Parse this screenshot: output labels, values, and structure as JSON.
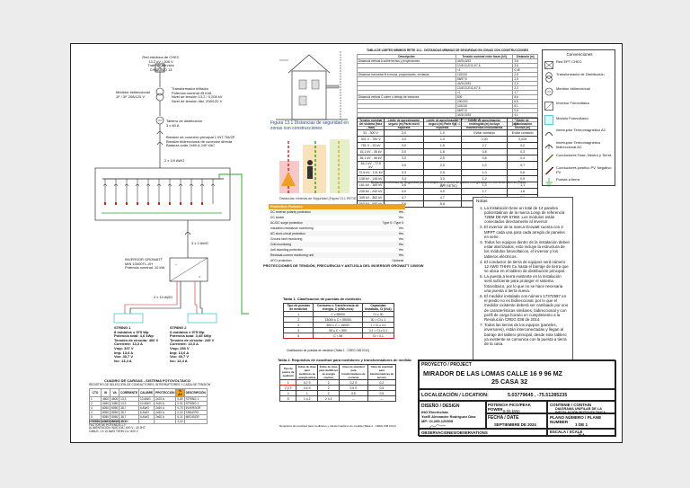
{
  "drawing": {
    "title": "Diagrama unifilar de instalación fotovoltaica"
  },
  "single_line": {
    "grid_label": [
      "Red eléctrica de CHEC",
      "13,2 kV / 208 V",
      "Trafo de servicio",
      "CIRCUITO 13"
    ],
    "meter_label": [
      "Medidor bidireccional",
      "1F / 3F 208/120 V"
    ],
    "transformer_label": [
      "Transformador trifásico",
      "Potencia nominal       45 kVA",
      "Nivel de tensión 13,2 / 0,208 kV",
      "Nivel de tensión dist. 208/120 V"
    ],
    "panel_label": [
      "Tablero de distribución",
      "3 x 60 A"
    ],
    "breaker_label": [
      "Breaker de conexión principal 1 INT-TM/2P",
      "Breaker bidireccional de conexión directa",
      "Balanza solar 2x60 A 240 VAC"
    ],
    "inverter_label": [
      "INVERSOR GROWATT",
      "MIN 10000TL-XH",
      "Potencia nominal: 10 kW"
    ],
    "string_label_a": [
      "STRING 1",
      "8 módulos x 575 Wp",
      "Potencia total: 4,6 kWp",
      "Tensión de circuito: 400 V",
      "Corriente: 13,3 A",
      "Vmp: 337 V",
      "Imp: 13,6 A",
      "Voc: 40,7 V",
      "Isc: 13,4 A"
    ],
    "string_label_b": [
      "STRING 2",
      "6 módulos x 575 Wp",
      "Potencia total: 3,45 kWp",
      "Tensión de circuito: 245 V",
      "Corriente: 13,3 A",
      "Vmp: 253 V",
      "Imp: 13,6 A",
      "Voc: 40,7 V",
      "Isc: 13,4 A"
    ],
    "cable_labels": [
      "2 x 1/0 AWG",
      "3 x 2 AWG",
      "2 x 10 AWG"
    ]
  },
  "safety_figure": {
    "caption": "Figura 13.1 Distancias de seguridad en zonas con construcciones",
    "sub_caption": "Distancias mínimas de Seguridad (Figura 13.1 RETIE)"
  },
  "distance_table": {
    "title": "TABLA DE LÍMITES MÍNIMOS RETIE 13.1 - DISTANCIAS MÍNIMAS DE SEGURIDAD EN ZONAS CON CONSTRUCCIONES",
    "headers": [
      "Descripción",
      "Tensión nominal entre fases (kV)",
      "Distancia (m)"
    ],
    "rows": [
      [
        "Distancia vertical A sobre techos y proyecciones",
        "44/34,5/33",
        "3,8"
      ],
      [
        "",
        "13,8/13,2/11,4/7,6",
        "3,8"
      ],
      [
        "",
        "<1",
        "0,45"
      ],
      [
        "Distancia horizontal B a muros, proyecciones, ventanas",
        "115/110",
        "2,8"
      ],
      [
        "",
        "66/57,5",
        "2,5"
      ],
      [
        "",
        "44/34,5/33",
        "2,3"
      ],
      [
        "",
        "13,8/13,2/11,4/7,6",
        "2,3"
      ],
      [
        "",
        "<1",
        "1,7"
      ],
      [
        "Distancia vertical C sobre o debajo de balcones",
        "500",
        "8,6"
      ],
      [
        "",
        "230/220",
        "6,8"
      ],
      [
        "",
        "115/110",
        "6,1"
      ],
      [
        "",
        "66/57,5",
        "5,8"
      ],
      [
        "",
        "44/34,5/33",
        "4,1"
      ],
      [
        "",
        "13,8/13,2/11,4/7,6",
        "4,1"
      ],
      [
        "",
        "<1",
        "3,5"
      ]
    ]
  },
  "approach_table": {
    "headers": [
      "Tensión nominal del sistema (fase - fase)",
      "Límite de aproximación seguro (m) Parte móvil expuesta",
      "Límite de aproximación seguro (m) Parte fija expuesta",
      "Límite de aproximación restringida (m) incluye movimientos involuntarios",
      "Límite de aproximación técnica (m)"
    ],
    "rows": [
      [
        "51 - 300 V",
        "3,0",
        "1,0",
        "Evitar contacto",
        "Evitar contacto"
      ],
      [
        "301 V - 750 V",
        "3,0",
        "1,0",
        "0,30",
        "0,025"
      ],
      [
        "751 V - 15 kV",
        "3,0",
        "1,5",
        "0,7",
        "0,2"
      ],
      [
        "15,1 kV - 36 kV",
        "3,0",
        "1,8",
        "0,8",
        "0,3"
      ],
      [
        "36,1 kV - 46 kV",
        "3,0",
        "2,5",
        "0,8",
        "0,4"
      ],
      [
        "46,1 kV - 72,5 kV",
        "3,0",
        "2,5",
        "1,0",
        "0,7"
      ],
      [
        "72,6 kV - 121 kV",
        "3,3",
        "2,5",
        "1,0",
        "0,6"
      ],
      [
        "138 kV - 145 kV",
        "3,4",
        "3,0",
        "1,2",
        "0,9"
      ],
      [
        "161 kV - 169 kV",
        "3,6",
        "3,6",
        "1,3",
        "1,1"
      ],
      [
        "230 kV - 242 kV",
        "4,0",
        "4,0",
        "1,7",
        "1,6"
      ],
      [
        "345 kV - 362 kV",
        "4,7",
        "4,7",
        "2,8",
        "2,6"
      ],
      [
        "500 kV - 550 kV",
        "5,8",
        "5,8",
        "3,6",
        "3,5"
      ]
    ],
    "caption": "Distancias mínimas de Seguridad para trabajos en o cerca de partes energizadas en corriente alterna (Tabla 13.7 RETIE)"
  },
  "protections": {
    "header": "Protection Features",
    "rows": [
      [
        "DC reverse polarity protection",
        "Yes"
      ],
      [
        "DC switch",
        "Yes"
      ],
      [
        "AC/DC surge protection",
        "Type II / Type II"
      ],
      [
        "Insulation resistance monitoring",
        "Yes"
      ],
      [
        "AC short-circuit protection",
        "Yes"
      ],
      [
        "Ground fault monitoring",
        "Yes"
      ],
      [
        "Grid monitoring",
        "Yes"
      ],
      [
        "Anti-islanding protection",
        "Yes"
      ],
      [
        "Residual-current monitoring unit",
        "Yes"
      ],
      [
        "AFCI protection",
        "Optional"
      ]
    ],
    "caption": "PROTECCIONES DE TENSIÓN, FRECUENCIA Y ANTI-ISLA DEL INVERSOR GROWATT 10000W"
  },
  "notes": {
    "title": "Notas",
    "items": [
      "La instalación tiene un total de 14 paneles policristalinos de la marca Longi de referencia 72BM DE-NR 575W. Los módulos están conectados directamente al inversor",
      "El inversor de la marca Growatt cuenta con 2 MPPT cada una para cada arreglo de paneles en serie.",
      "Todos los equipos dentro de la instalación deben estar aterrizados, esto incluye la estructura de los módulos fotovoltaicos, el inversor y los tableros eléctricos.",
      "El conductor de tierra de equipos será número 12 AWG THHN Cu hasta el barraje de tierra que se ubica en el tablero de distribución principal.",
      "La puesta a tierra existente en la instalación será suficiente para proteger el sistema fotovoltaico, por lo que no se hace necesaria una puesta a tierra nueva.",
      "El medidor instalado con número 17372597 en el predio no es bidireccional, por lo que el medidor existente deberá ser cambiado por uno de características similares, bidireccional y con perfil de carga horario en cumplimiento a la Resolución CREG 038 de 2014.",
      "Todos las tierras de los equipos (paneles, inversores), están interconectadas y llegan al barraje del tablero principal, desde este tablero ya existente se comunica con la puesta a tierra de la casa."
    ]
  },
  "legend": {
    "title": "Convenciones",
    "items": [
      "Red EPT CHEC",
      "Transformador de Distribución",
      "Medidor bidireccional",
      "Inversor Fotovoltaico",
      "Módulo Fotovoltaico",
      "Interruptor Termomagnético AC",
      "Interruptor Termomagnético bidireccional AC",
      "Conductores Fase, Neutro y Tierra",
      "Conductores positivo PV, Negativo PV",
      "Puesta a tierra"
    ]
  },
  "ground_tables": {
    "t1_title": "Tabla 1. Clasificación de puestas de medición",
    "t1_headers": [
      "Tipo de puestas de medición",
      "Consumo o Transferencia de energía, C (kWh-mes)",
      "Capacidad Instalada, CI (kVA)"
    ],
    "t1_rows": [
      [
        "1",
        "C ≥ 55000",
        "CI ≥ 30"
      ],
      [
        "2",
        "15000 ≤ C < 55000",
        "30 > CI ≥ 1"
      ],
      [
        "3",
        "500 ≤ C < 15000",
        "1 > CI ≥ 0,1"
      ],
      [
        "4",
        "55 ≤ C < 500",
        "0,1 > CI ≥ 0,1"
      ],
      [
        "5",
        "C < 55",
        "CI < 0,1"
      ]
    ],
    "t1_caption": "Clasificación de puestas de medición (Tabla 1 - CREG 038 2014)",
    "t2_title": "Tabla 2. Requisitos de exactitud para medidores y transformadores de medida",
    "t2_headers": [
      "Tipo de puntos de medición",
      "Índice de clase para medidores de energía activa",
      "Índice de clase para medidores de energía reactiva",
      "Clase de exactitud para transformadores de corriente",
      "Clase de exactitud para transformadores de tensión"
    ],
    "t2_rows": [
      [
        "1",
        "0,2 S",
        "2",
        "0,2 S",
        "0,2"
      ],
      [
        "2 y 3",
        "0,5 S",
        "2",
        "0,5 S",
        "0,5"
      ],
      [
        "4",
        "1",
        "2",
        "0,5",
        "0,5"
      ],
      [
        "5",
        "1 ó 2",
        "2 ó 3",
        "---",
        "---"
      ]
    ],
    "t2_caption": "Requisitos de exactitud para medidores y transformadores de medida (Tabla 2 - CREG 038 2014)"
  },
  "conductor_table": {
    "title": "CUADRO DE CARGAS - SISTEMA FOTOVOLTAICO",
    "sub_title": "REGISTRO DE SELECCIÓN DE CONDUCTORES, INTERRUPTORES Y CAÍDA DE TENSIÓN",
    "headers": [
      "CTO",
      "W",
      "VA",
      "CORRIENTE",
      "CALIBRE",
      "PROTECCIÓN",
      "% ΔV",
      "DESCRIPCIÓN"
    ],
    "rows": [
      [
        "1",
        "4600",
        "4600",
        "13,3",
        "10 AWG",
        "2x20 A",
        "0,85",
        "STRING 1"
      ],
      [
        "2",
        "3450",
        "3450",
        "13,3",
        "10 AWG",
        "2x20 A",
        "0,91",
        "STRING 2"
      ],
      [
        "3",
        "8050",
        "8050",
        "38,7",
        "6 AWG",
        "2x50 A",
        "0,75",
        "INVERSOR"
      ],
      [
        "4",
        "8050",
        "8050",
        "38,7",
        "6 AWG",
        "2x50 A",
        "0,32",
        "TABLERO"
      ],
      [
        "5",
        "8050",
        "8050",
        "38,7",
        "6 AWG",
        "2x60 A",
        "0,21",
        "MEDIDOR"
      ]
    ],
    "totals": [
      "TOTAL",
      "8050",
      "8050",
      "38,7",
      "",
      "",
      "2,04",
      ""
    ],
    "footer": [
      "DEMANDA MÁXIMA (W)        8.050",
      "FACTOR DE POTENCIA          1,0",
      "ALIMENTACIÓN: BUS 10A / 600 V - 40 3HT",
      "CABLE: 1 x 10 AWG THHN Cu / 600 V"
    ]
  },
  "title_block": {
    "project_label": "PROYECTO / PROJECT",
    "project_name_l1": "MIRADOR DE LAS LOMAS CALLE 16 9 96 MZ",
    "project_name_l2": "25 CASA 32",
    "location_label": "LOCALIZACIÓN / LOCATION:",
    "location_value": "5.03779645 , -75.51285235",
    "power_label": "POTENCIA PICO/PEAK POWER",
    "power_value": "8.05 kWp",
    "content_label": "CONTENIE / CONTAIN",
    "content_value_l1": "DIAGRAMA UNIFILAR DE LA",
    "content_value_l2": "INSTALACIÓN FOTOVOLTAICA",
    "design_label": "DISEÑO / DESIGN",
    "designer_company": "ING Electricista",
    "designer_name": "YorlE Alexander Rodriguez Diaz",
    "designer_license": "MP: CL205-120505",
    "date_label": "FECHA / DATE",
    "date_value": "SEPTIEMBRE DE 2024",
    "plane_label": "PLANO NÚMERO / PLANE NUMBER",
    "plane_value": "1 DE 1",
    "scale_label": "ESCALA / SCALE",
    "scale_value": "N.A",
    "observations_label": "OBSERVACIONES/OBSERVATIONS"
  },
  "colors": {
    "green_conductor": "#1fa81f",
    "red_conductor": "#d62020",
    "orange_header": "#f0a020",
    "module_cyan": "#26c6d0"
  }
}
